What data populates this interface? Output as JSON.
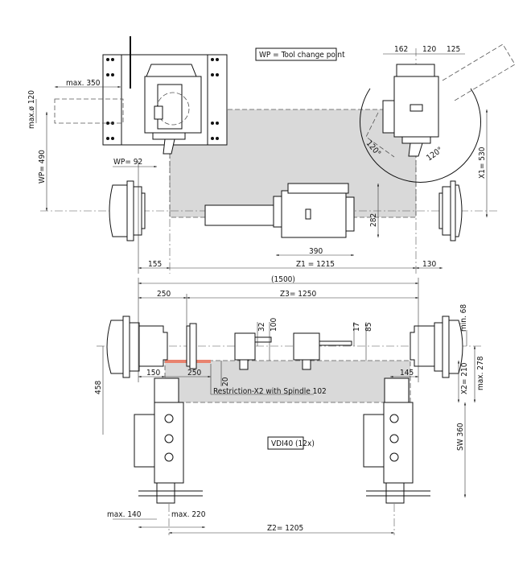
{
  "top_view": {
    "legend": "WP = Tool change point",
    "dims": {
      "max_350": "max. 350",
      "max_dia_120": "max.ø 120",
      "wp_490": "WP= 490",
      "wp_92": "WP= 92",
      "d155": "155",
      "z1": "Z1 = 1215",
      "d130": "130",
      "d390": "390",
      "d282": "282",
      "x1": "X1= 530",
      "d162": "162",
      "d120": "120",
      "d125": "125",
      "angle_a": "120°",
      "angle_b": "120°"
    }
  },
  "side_view": {
    "dims": {
      "total": "(1500)",
      "d250_top": "250",
      "z3": "Z3= 1250",
      "d32": "32",
      "d100": "100",
      "d17": "17",
      "d85": "85",
      "min_68": "min. 68",
      "d150": "150",
      "d250_low": "250",
      "d20": "20",
      "d145": "145",
      "x2": "X2= 210",
      "max_278": "max. 278",
      "d458": "458",
      "sw360": "SW 360",
      "max_140": "max. 140",
      "max_220": "max. 220",
      "z2": "Z2= 1205"
    },
    "restriction_note": "Restriction-X2 with Spindle 102",
    "turret_label": "VDI40 (12x)",
    "restriction_color": "#e8826e"
  }
}
